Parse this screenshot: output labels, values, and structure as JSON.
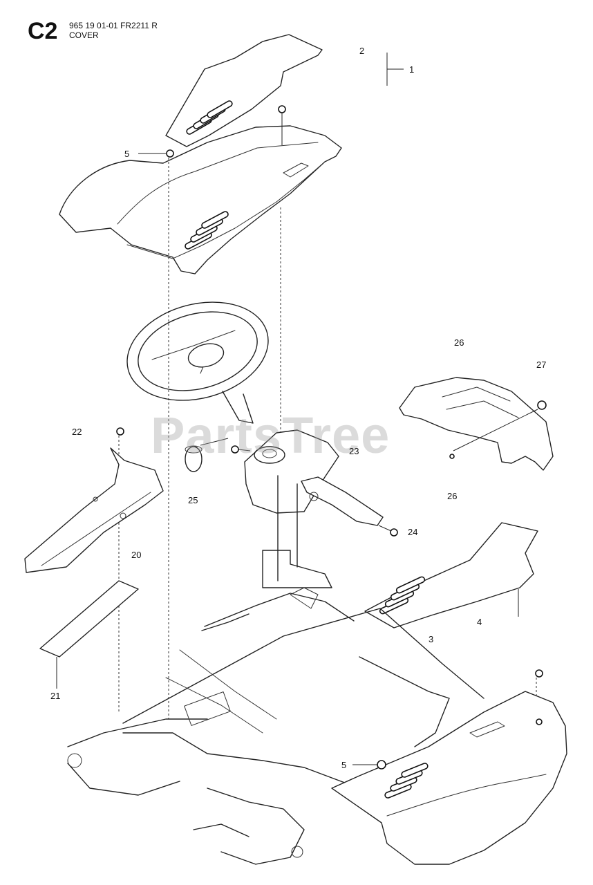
{
  "header": {
    "section_code": "C2",
    "part_line": "965 19 01-01 FR2211 R",
    "section_name": "COVER"
  },
  "watermark": "PartsTree",
  "callouts": {
    "c1": "1",
    "c2": "2",
    "c3": "3",
    "c4": "4",
    "c5_top": "5",
    "c5_bottom": "5",
    "c20": "20",
    "c21": "21",
    "c22": "22",
    "c23": "23",
    "c24": "24",
    "c25": "25",
    "c26_top": "26",
    "c26_bottom": "26",
    "c27": "27"
  },
  "colors": {
    "line": "#222222",
    "background": "#ffffff",
    "watermark": "#a0a0a0"
  }
}
